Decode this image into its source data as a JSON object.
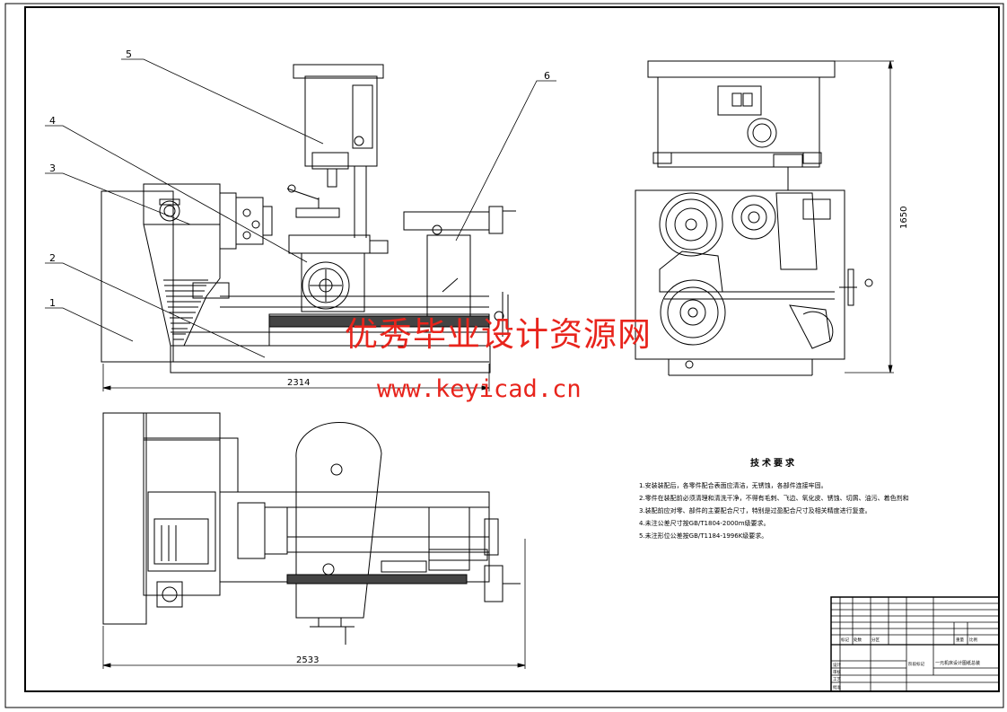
{
  "callouts": [
    "1",
    "2",
    "3",
    "4",
    "5",
    "6"
  ],
  "dimensions": {
    "front_length": "2314",
    "top_length": "2533",
    "side_height": "1650"
  },
  "watermark": {
    "text_cn": "优秀毕业设计资源网",
    "url": "www.keyicad.cn"
  },
  "tech_requirements": {
    "title": "技术要求",
    "lines": [
      "1.安装装配后，各零件配合表面应清洁，无锈蚀，各部件连接牢固。",
      "2.零件在装配前必须清理和清洗干净，不得有毛刺、飞边、氧化皮、锈蚀、切屑、油污、着色剂和灰尘等。",
      "3.装配前应对零、部件的主要配合尺寸，特别是过盈配合尺寸及相关精度进行复查。",
      "4.未注公差尺寸按GB/T1804-2000m级要求。",
      "5.未注形位公差按GB/T1184-1996K级要求。"
    ]
  },
  "title_block": {
    "labels": [
      "标记",
      "处数",
      "分区",
      "设计",
      "审核",
      "工艺",
      "批准",
      "阶段标记",
      "重量",
      "比例"
    ],
    "drawing_name": "一元机床设计图纸总装"
  },
  "colors": {
    "line": "#000000",
    "watermark": "#e8241c"
  }
}
